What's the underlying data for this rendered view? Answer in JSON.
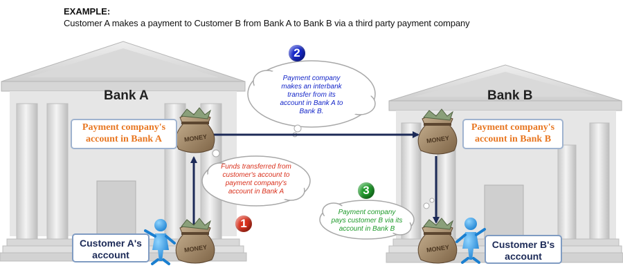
{
  "header": {
    "title": "EXAMPLE:",
    "subtitle": "Customer A makes a payment to Customer B from Bank A to Bank B via a third party payment company"
  },
  "bank_a": {
    "name": "Bank A",
    "company_account": "Payment company's account in Bank A",
    "customer_account": "Customer A's account"
  },
  "bank_b": {
    "name": "Bank B",
    "company_account": "Payment company's account in Bank B",
    "customer_account": "Customer B's account"
  },
  "money_label": "MONEY",
  "steps": [
    {
      "number": "1",
      "text": "Funds transferred from customer's account to payment company's account in Bank A",
      "color": "#d9301c"
    },
    {
      "number": "2",
      "text": "Payment company makes an interbank transfer from its account in Bank A to Bank B.",
      "color": "#1426c8"
    },
    {
      "number": "3",
      "text": "Payment company pays customer B via its account in Bank B",
      "color": "#1e9a2a"
    }
  ],
  "colors": {
    "arrow": "#1c2a57",
    "building": "#e2e2e2",
    "building_shade": "#c9c9c9"
  }
}
